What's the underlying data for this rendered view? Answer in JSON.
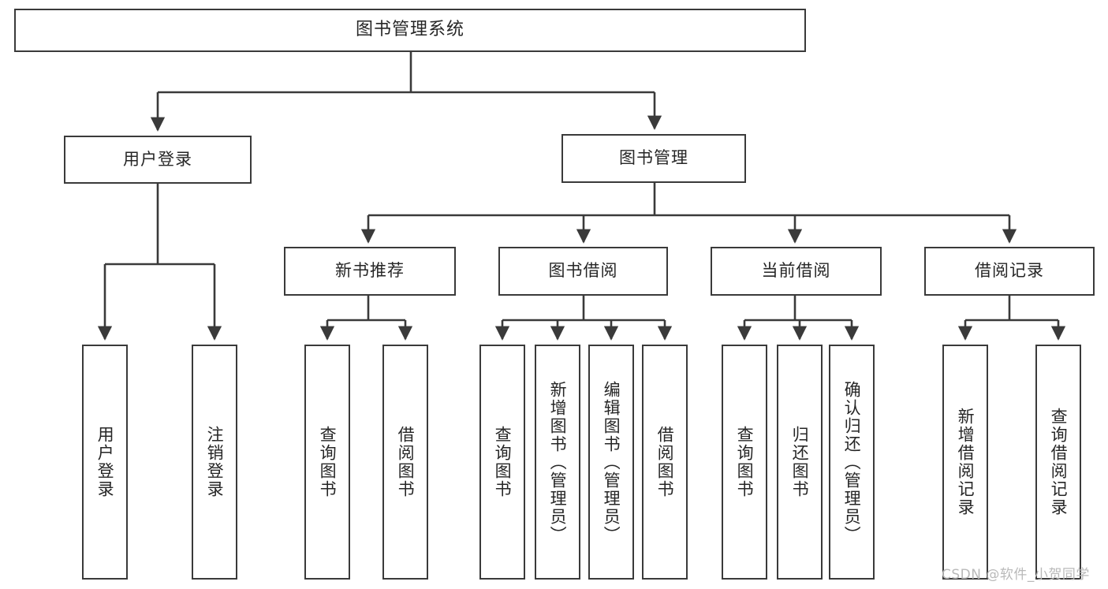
{
  "diagram": {
    "title": "图书管理系统",
    "watermark": "CSDN @软件_小贺同学",
    "colors": {
      "stroke": "#3a3a3a",
      "text": "#262626",
      "background": "#ffffff",
      "watermark": "#b9b9b9"
    },
    "root": {
      "label": "图书管理系统"
    },
    "level2": [
      {
        "label": "用户登录"
      },
      {
        "label": "图书管理"
      }
    ],
    "level3": [
      {
        "label": "新书推荐"
      },
      {
        "label": "图书借阅"
      },
      {
        "label": "当前借阅"
      },
      {
        "label": "借阅记录"
      }
    ],
    "leaves": {
      "user_login": [
        {
          "label": "用户登录"
        },
        {
          "label": "注销登录"
        }
      ],
      "new_book_recommend": [
        {
          "label": "查询图书"
        },
        {
          "label": "借阅图书"
        }
      ],
      "book_borrow": [
        {
          "label": "查询图书"
        },
        {
          "label": "新增图书（管理员）"
        },
        {
          "label": "编辑图书（管理员）"
        },
        {
          "label": "借阅图书"
        }
      ],
      "current_borrow": [
        {
          "label": "查询图书"
        },
        {
          "label": "归还图书"
        },
        {
          "label": "确认归还（管理员）"
        }
      ],
      "borrow_record": [
        {
          "label": "新增借阅记录"
        },
        {
          "label": "查询借阅记录"
        }
      ]
    }
  }
}
